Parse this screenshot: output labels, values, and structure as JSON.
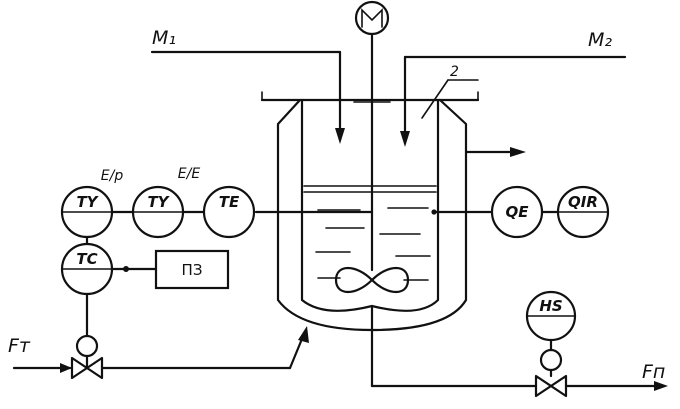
{
  "streams": {
    "m1": "M₁",
    "m2": "M₂",
    "ft": "Fт",
    "fp": "Fп"
  },
  "callout": "2",
  "instruments": {
    "ty1": "TY",
    "ty1_signal": "E/p",
    "ty2": "TY",
    "ty2_signal": "E/E",
    "te": "TE",
    "tc": "TC",
    "qe": "QE",
    "qir": "QIR",
    "hs": "HS"
  },
  "program_setter": "ПЗ"
}
